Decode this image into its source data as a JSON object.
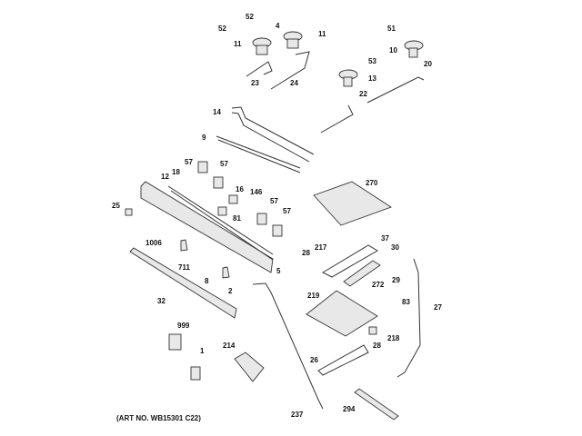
{
  "labels": [
    "52",
    "52",
    "4",
    "11",
    "11",
    "23",
    "24",
    "51",
    "10",
    "53",
    "13",
    "20",
    "22",
    "14",
    "9",
    "57",
    "57",
    "18",
    "12",
    "16",
    "146",
    "81",
    "57",
    "57",
    "25",
    "1006",
    "711",
    "8",
    "2",
    "5",
    "32",
    "270",
    "37",
    "217",
    "28",
    "30",
    "29",
    "272",
    "219",
    "83",
    "27",
    "218",
    "28",
    "26",
    "237",
    "294",
    "999",
    "1",
    "214"
  ],
  "caption": "(ART NO. WB15301 C22)"
}
